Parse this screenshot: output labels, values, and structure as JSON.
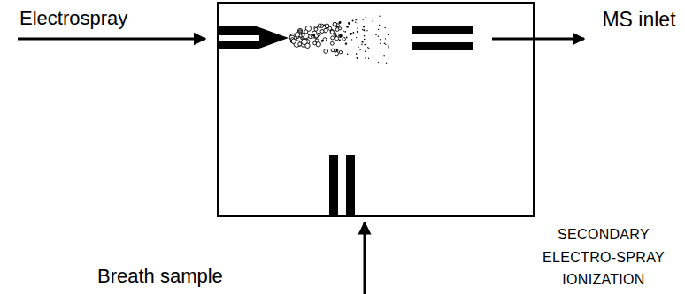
{
  "diagram": {
    "caption": "SECONDARY ELECTRO-SPRAY IONIZATION",
    "labels": [
      "Electrospray",
      "MS inlet",
      "Breath sample"
    ]
  }
}
